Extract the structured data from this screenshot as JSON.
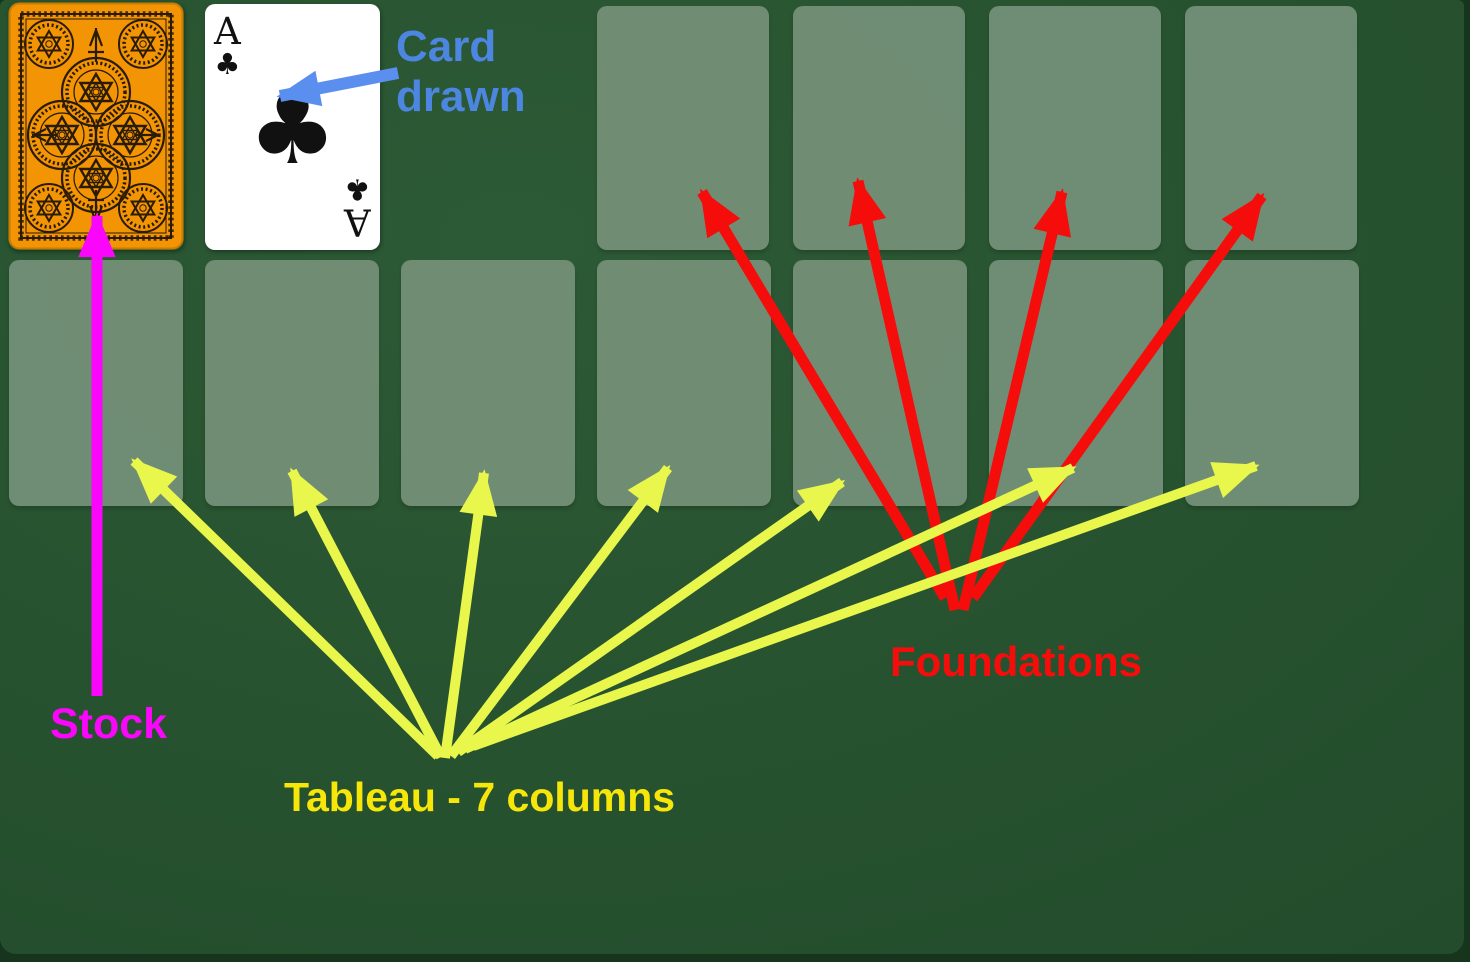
{
  "scene": {
    "description": "Solitaire game board tutorial screenshot with annotated zones"
  },
  "colors": {
    "table-green": "#27522f",
    "table-green-light": "#2d5a36",
    "table-green-dark": "#20492a",
    "placeholder": "#76927a",
    "card-back-orange": "#f39404",
    "card-back-ink": "#1b1206",
    "card-face": "#ffffff",
    "card-ink": "#111111",
    "annotation-blue": "#4c86e0",
    "annotation-blue-arrow": "#5a8ff0",
    "annotation-magenta": "#fa06fa",
    "annotation-yellow": "#e9f64b",
    "annotation-yellow-text": "#f6e60a",
    "annotation-red": "#f50d0b"
  },
  "stock": {
    "label": "Stock",
    "card_back_style": "ornate-orange-pattern"
  },
  "waste": {
    "label_line1": "Card",
    "label_line2": "drawn",
    "card": {
      "rank": "A",
      "suit": "clubs",
      "suit_symbol": "♣",
      "color": "black"
    }
  },
  "foundations": {
    "label": "Foundations",
    "slots": 4
  },
  "tableau": {
    "label": "Tableau - 7 columns",
    "columns": 7
  }
}
